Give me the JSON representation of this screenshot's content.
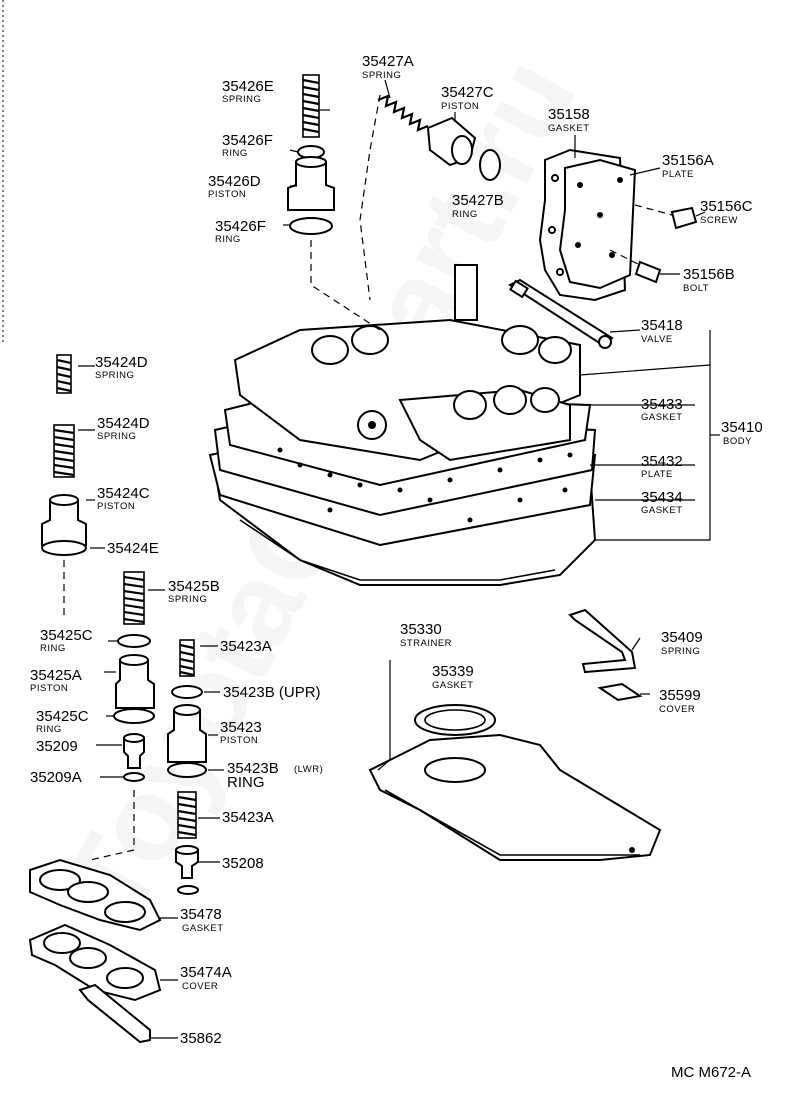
{
  "diagram_code": "MC M672-A",
  "watermark": "ToyotaCarPart.ru",
  "labels": {
    "p35427A": {
      "num": "35427A",
      "name": "SPRING"
    },
    "p35427C": {
      "num": "35427C",
      "name": "PISTON"
    },
    "p35427B": {
      "num": "35427B",
      "name": "RING"
    },
    "p35426E": {
      "num": "35426E",
      "name": "SPRING"
    },
    "p35426F_top": {
      "num": "35426F",
      "name": "RING"
    },
    "p35426D": {
      "num": "35426D",
      "name": "PISTON"
    },
    "p35426F_bot": {
      "num": "35426F",
      "name": "RING"
    },
    "p35158": {
      "num": "35158",
      "name": "GASKET"
    },
    "p35156A": {
      "num": "35156A",
      "name": "PLATE"
    },
    "p35156C": {
      "num": "35156C",
      "name": "SCREW"
    },
    "p35156B": {
      "num": "35156B",
      "name": "BOLT"
    },
    "p35418": {
      "num": "35418",
      "name": "VALVE"
    },
    "p35433": {
      "num": "35433",
      "name": "GASKET"
    },
    "p35410": {
      "num": "35410",
      "name": "BODY"
    },
    "p35432": {
      "num": "35432",
      "name": "PLATE"
    },
    "p35434": {
      "num": "35434",
      "name": "GASKET"
    },
    "p35424D_a": {
      "num": "35424D",
      "name": "SPRING"
    },
    "p35424D_b": {
      "num": "35424D",
      "name": "SPRING"
    },
    "p35424C": {
      "num": "35424C",
      "name": "PISTON"
    },
    "p35424E": {
      "num": "35424E",
      "name": ""
    },
    "p35425B": {
      "num": "35425B",
      "name": "SPRING"
    },
    "p35425C_a": {
      "num": "35425C",
      "name": "RING"
    },
    "p35423A_a": {
      "num": "35423A",
      "name": ""
    },
    "p35425A": {
      "num": "35425A",
      "name": "PISTON"
    },
    "p35423B_upr": {
      "num": "35423B (UPR)",
      "name": ""
    },
    "p35425C_b": {
      "num": "35425C",
      "name": "RING"
    },
    "p35423": {
      "num": "35423",
      "name": "PISTON"
    },
    "p35209": {
      "num": "35209",
      "name": ""
    },
    "p35209A": {
      "num": "35209A",
      "name": ""
    },
    "p35423B_lwr": {
      "num": "35423B",
      "name": "(LWR)"
    },
    "p35423B_lwr_ring": {
      "num": "RING",
      "name": ""
    },
    "p35423A_b": {
      "num": "35423A",
      "name": ""
    },
    "p35208": {
      "num": "35208",
      "name": ""
    },
    "p35478": {
      "num": "35478",
      "name": "GASKET"
    },
    "p35474A": {
      "num": "35474A",
      "name": "COVER"
    },
    "p35862": {
      "num": "35862",
      "name": ""
    },
    "p35330": {
      "num": "35330",
      "name": "STRAINER"
    },
    "p35339": {
      "num": "35339",
      "name": "GASKET"
    },
    "p35409": {
      "num": "35409",
      "name": "SPRING"
    },
    "p35599": {
      "num": "35599",
      "name": "COVER"
    }
  }
}
